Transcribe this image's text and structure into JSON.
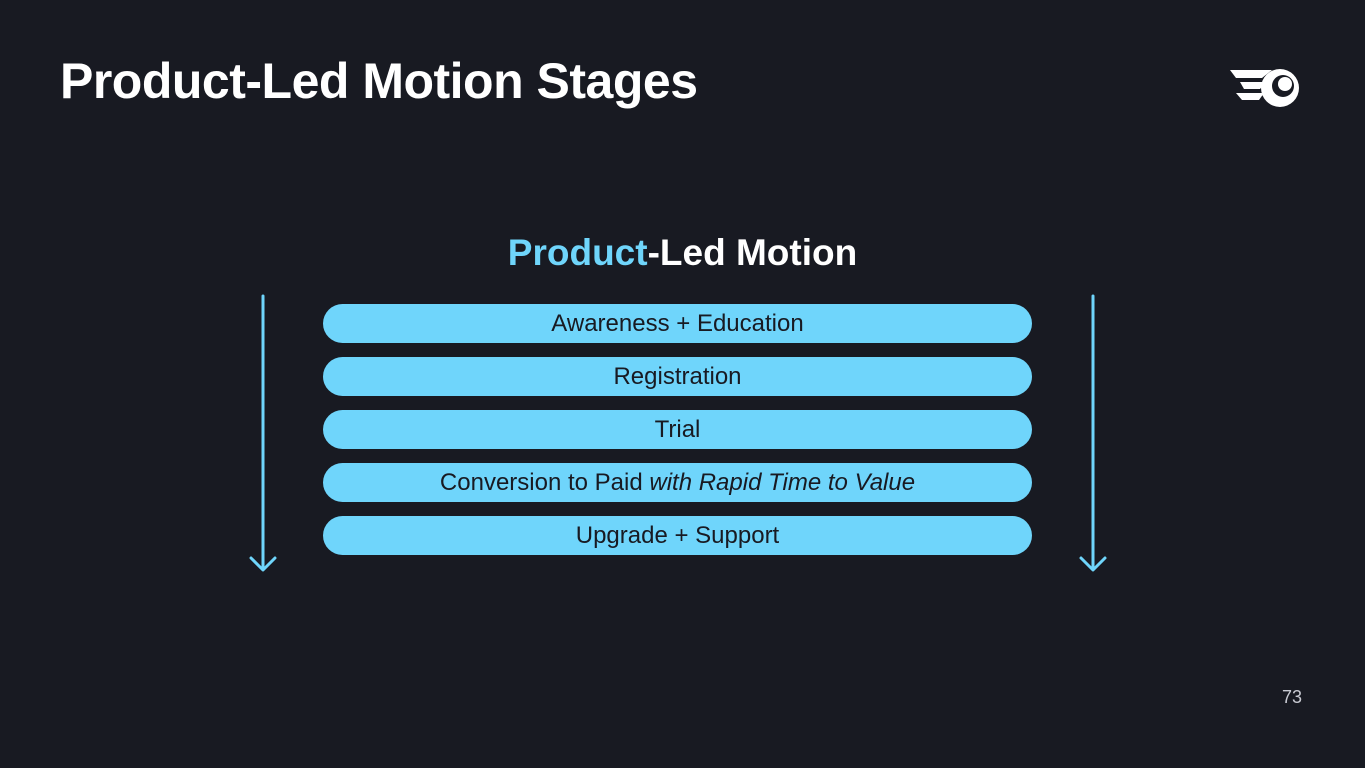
{
  "slide": {
    "title": "Product-Led Motion Stages",
    "page_number": "73"
  },
  "diagram": {
    "title_accent": "Product",
    "title_rest": "-Led Motion",
    "stages": [
      {
        "label": "Awareness + Education",
        "emphasis": ""
      },
      {
        "label": "Registration",
        "emphasis": ""
      },
      {
        "label": "Trial",
        "emphasis": ""
      },
      {
        "label": "Conversion to Paid ",
        "emphasis": "with Rapid Time to Value"
      },
      {
        "label": "Upgrade + Support",
        "emphasis": ""
      }
    ],
    "arrow_icon": "arrow-down-icon"
  },
  "colors": {
    "background": "#181a22",
    "accent": "#6fd5fb",
    "title_text": "#ffffff",
    "stage_text": "#181a22"
  },
  "logo": {
    "icon": "comet-logo-icon"
  }
}
